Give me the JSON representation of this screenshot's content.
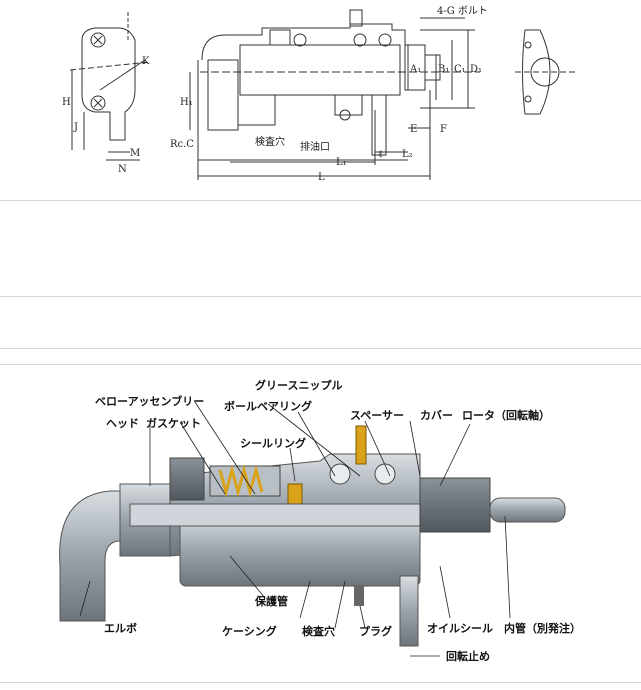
{
  "drawing": {
    "labels": {
      "bolt": "4-G ボルト",
      "K": "K",
      "H": "H",
      "J": "J",
      "M": "M",
      "N": "N",
      "H1": "H₁",
      "RcC": "Rc.C",
      "inspect": "検査穴",
      "drain": "排油口",
      "A1": "A₁",
      "B1": "B₁",
      "C1": "C₁",
      "D1": "D₁",
      "E": "E",
      "F": "F",
      "l": "ℓ",
      "L2": "L₂",
      "L1": "L₁",
      "L": "L"
    }
  },
  "cutaway": {
    "labels": {
      "grease": "グリースニップル",
      "bellows": "ベローアッセンブリー",
      "ballbearing": "ボールベアリング",
      "head": "ヘッド",
      "gasket": "ガスケット",
      "spacer": "スペーサー",
      "cover": "カバー",
      "rotor": "ロータ（回転軸）",
      "sealring": "シールリング",
      "protect": "保護管",
      "elbow": "エルボ",
      "casing": "ケーシング",
      "inspect": "検査穴",
      "plug": "プラグ",
      "oilseal": "オイルシール",
      "innerpipe": "内管（別発注）",
      "antirot": "回転止め"
    }
  },
  "colors": {
    "rule": "#cfd6dc",
    "metal": "#9aa3ab",
    "brass": "#d9a21a"
  }
}
